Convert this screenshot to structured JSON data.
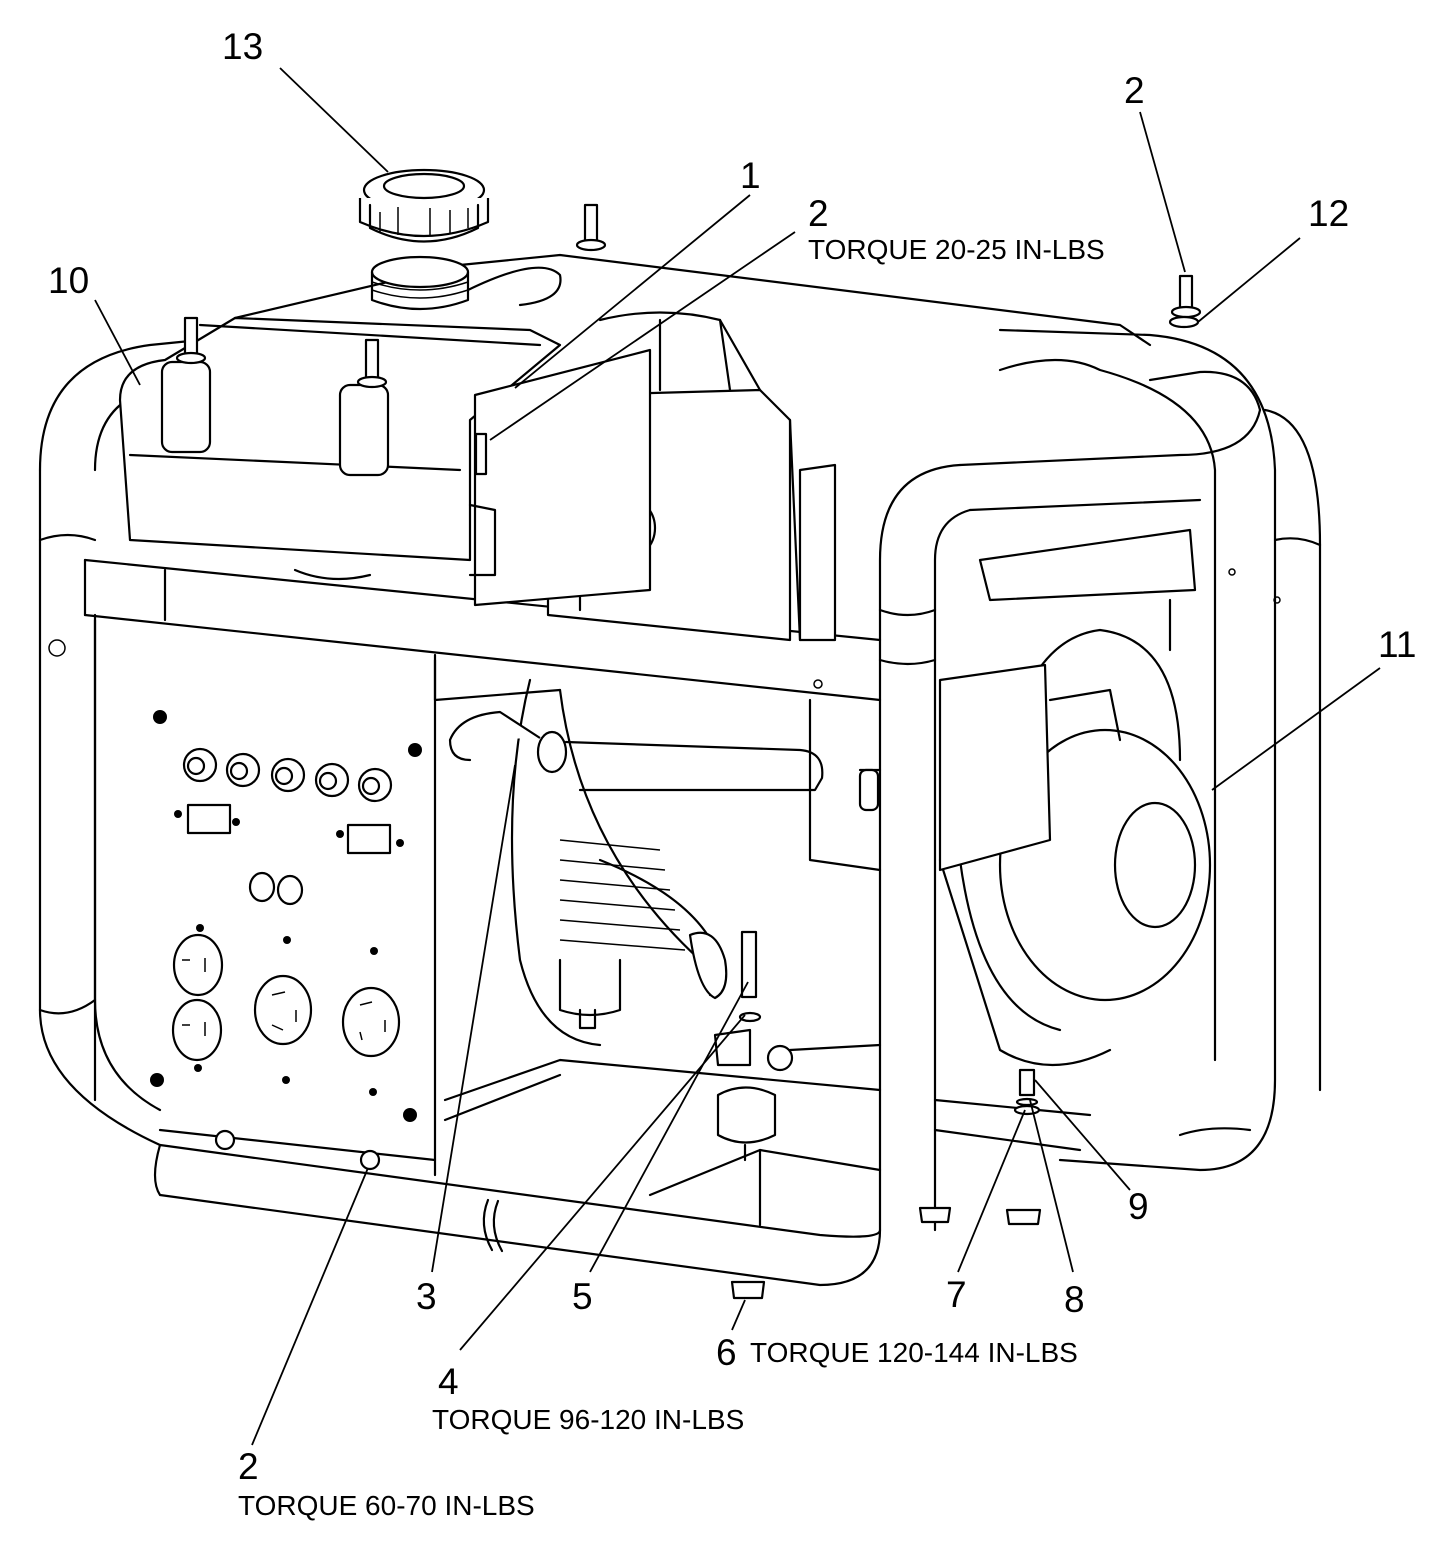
{
  "diagram": {
    "subject": "Portable generator assembly exploded view",
    "callouts": [
      {
        "id": "c1",
        "number": "1"
      },
      {
        "id": "c2a",
        "number": "2",
        "note": "TORQUE 20-25 IN-LBS"
      },
      {
        "id": "c2b",
        "number": "2"
      },
      {
        "id": "c12",
        "number": "12"
      },
      {
        "id": "c13",
        "number": "13"
      },
      {
        "id": "c10",
        "number": "10"
      },
      {
        "id": "c11",
        "number": "11"
      },
      {
        "id": "c3",
        "number": "3"
      },
      {
        "id": "c4",
        "number": "4",
        "note": "TORQUE 96-120 IN-LBS"
      },
      {
        "id": "c5",
        "number": "5"
      },
      {
        "id": "c6",
        "number": "6",
        "note": "TORQUE 120-144 IN-LBS"
      },
      {
        "id": "c7",
        "number": "7"
      },
      {
        "id": "c8",
        "number": "8"
      },
      {
        "id": "c9",
        "number": "9"
      },
      {
        "id": "c2c",
        "number": "2",
        "note": "TORQUE 60-70 IN-LBS"
      }
    ]
  }
}
